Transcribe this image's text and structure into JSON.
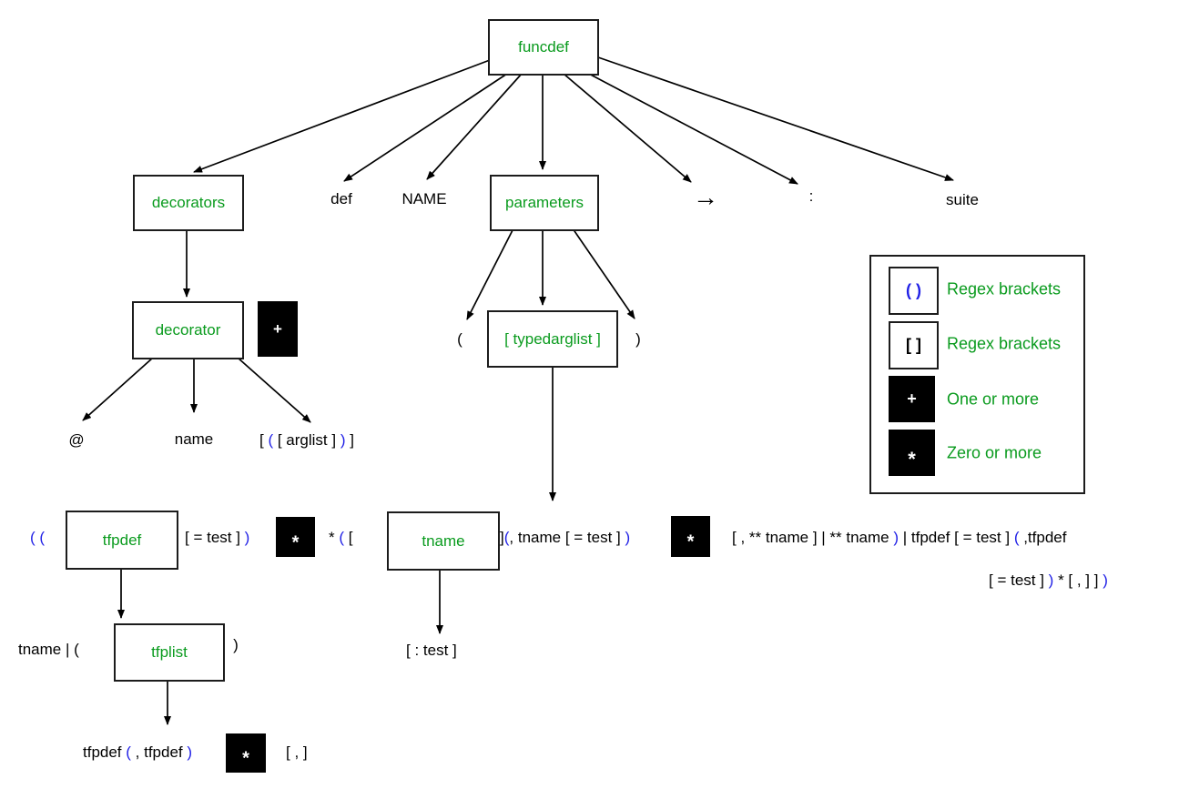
{
  "palette": {
    "green": "#0a9b1e",
    "blue": "#2121e6",
    "black": "#000000",
    "white": "#ffffff"
  },
  "node_labels": {
    "funcdef": "funcdef",
    "decorators": "decorators",
    "decorator": "decorator",
    "parameters": "parameters",
    "typedarglist": "[ typedarglist ]",
    "tfpdef": "tfpdef",
    "tname": "tname",
    "tfplist": "tfplist"
  },
  "op_symbols": {
    "plus": "+",
    "star": "*"
  },
  "leaf_tokens": {
    "def": "def",
    "name_caps": "NAME",
    "arrow": "→",
    "colon": ":",
    "suite": "suite",
    "at": "@",
    "name": "name",
    "lparen": "(",
    "rparen": ")",
    "rparen_tfplist": ")"
  },
  "token_lines": {
    "decorator_arglist": [
      {
        "t": "[ ",
        "c": "black"
      },
      {
        "t": "( ",
        "c": "blue"
      },
      {
        "t": "[ arglist ] ",
        "c": "black"
      },
      {
        "t": ") ",
        "c": "blue"
      },
      {
        "t": "]",
        "c": "black"
      }
    ],
    "typed_open": [
      {
        "t": "( (",
        "c": "blue"
      }
    ],
    "tfpdef_suffix": [
      {
        "t": "[ = test ] ",
        "c": "black"
      },
      {
        "t": ")",
        "c": "blue"
      }
    ],
    "star_open": [
      {
        "t": "* ",
        "c": "black"
      },
      {
        "t": "( ",
        "c": "blue"
      },
      {
        "t": "[",
        "c": "black"
      }
    ],
    "tname_suffix": [
      {
        "t": "]",
        "c": "black"
      },
      {
        "t": "(",
        "c": "blue"
      },
      {
        "t": ", tname [ = test ] ",
        "c": "black"
      },
      {
        "t": ")",
        "c": "blue"
      }
    ],
    "kwargs_part": [
      {
        "t": "[ , ** tname ] | ** tname ",
        "c": "black"
      },
      {
        "t": ") ",
        "c": "blue"
      },
      {
        "t": "| tfpdef [ = test ] ",
        "c": "black"
      },
      {
        "t": "( ",
        "c": "blue"
      },
      {
        "t": ",tfpdef",
        "c": "black"
      }
    ],
    "kwargs_part2": [
      {
        "t": "[ = test ] ",
        "c": "black"
      },
      {
        "t": ") ",
        "c": "blue"
      },
      {
        "t": "* [ , ] ] ",
        "c": "black"
      },
      {
        "t": ")",
        "c": "blue"
      }
    ],
    "tfplist_prefix": [
      {
        "t": "tname | (",
        "c": "black"
      }
    ],
    "tfplist_expansion": [
      {
        "t": "tfpdef ",
        "c": "black"
      },
      {
        "t": "( ",
        "c": "blue"
      },
      {
        "t": ", tfpdef ",
        "c": "black"
      },
      {
        "t": ")",
        "c": "blue"
      }
    ],
    "comma_opt": [
      {
        "t": "[ , ]",
        "c": "black"
      }
    ],
    "tname_expansion": [
      {
        "t": "[ : test ]",
        "c": "black"
      }
    ]
  },
  "legend": {
    "items": [
      {
        "symbol": "( )",
        "label": "Regex brackets",
        "box": "outline",
        "symbol_color": "blue"
      },
      {
        "symbol": "[ ]",
        "label": "Regex brackets",
        "box": "outline",
        "symbol_color": "black"
      },
      {
        "symbol": "+",
        "label": "One or more",
        "box": "filled",
        "symbol_color": "white"
      },
      {
        "symbol": "*",
        "label": "Zero or more",
        "box": "filled",
        "symbol_color": "white"
      }
    ]
  }
}
